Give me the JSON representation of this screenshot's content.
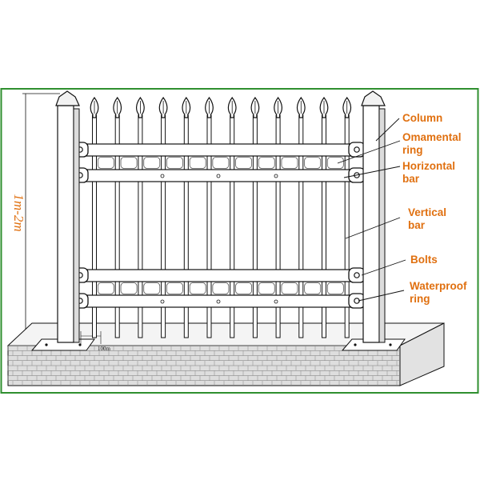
{
  "colors": {
    "frame": "#2f8f2f",
    "callout_text": "#e07010",
    "line": "#111111",
    "brick": "#9a9a9a"
  },
  "labels": {
    "height": "1m-2m",
    "spacing": "100m",
    "column": "Column",
    "ornamental_ring": [
      "Omamental",
      "ring"
    ],
    "horizontal_bar": [
      "Horizontal",
      "bar"
    ],
    "vertical_bar": [
      "Vertical",
      "bar"
    ],
    "bolts": "Bolts",
    "waterproof_ring": [
      "Waterproof",
      "ring"
    ]
  },
  "icons": {
    "picket_top": "spear-finial-icon",
    "bolt": "bolt-icon",
    "post_cap": "pyramid-cap-icon"
  }
}
